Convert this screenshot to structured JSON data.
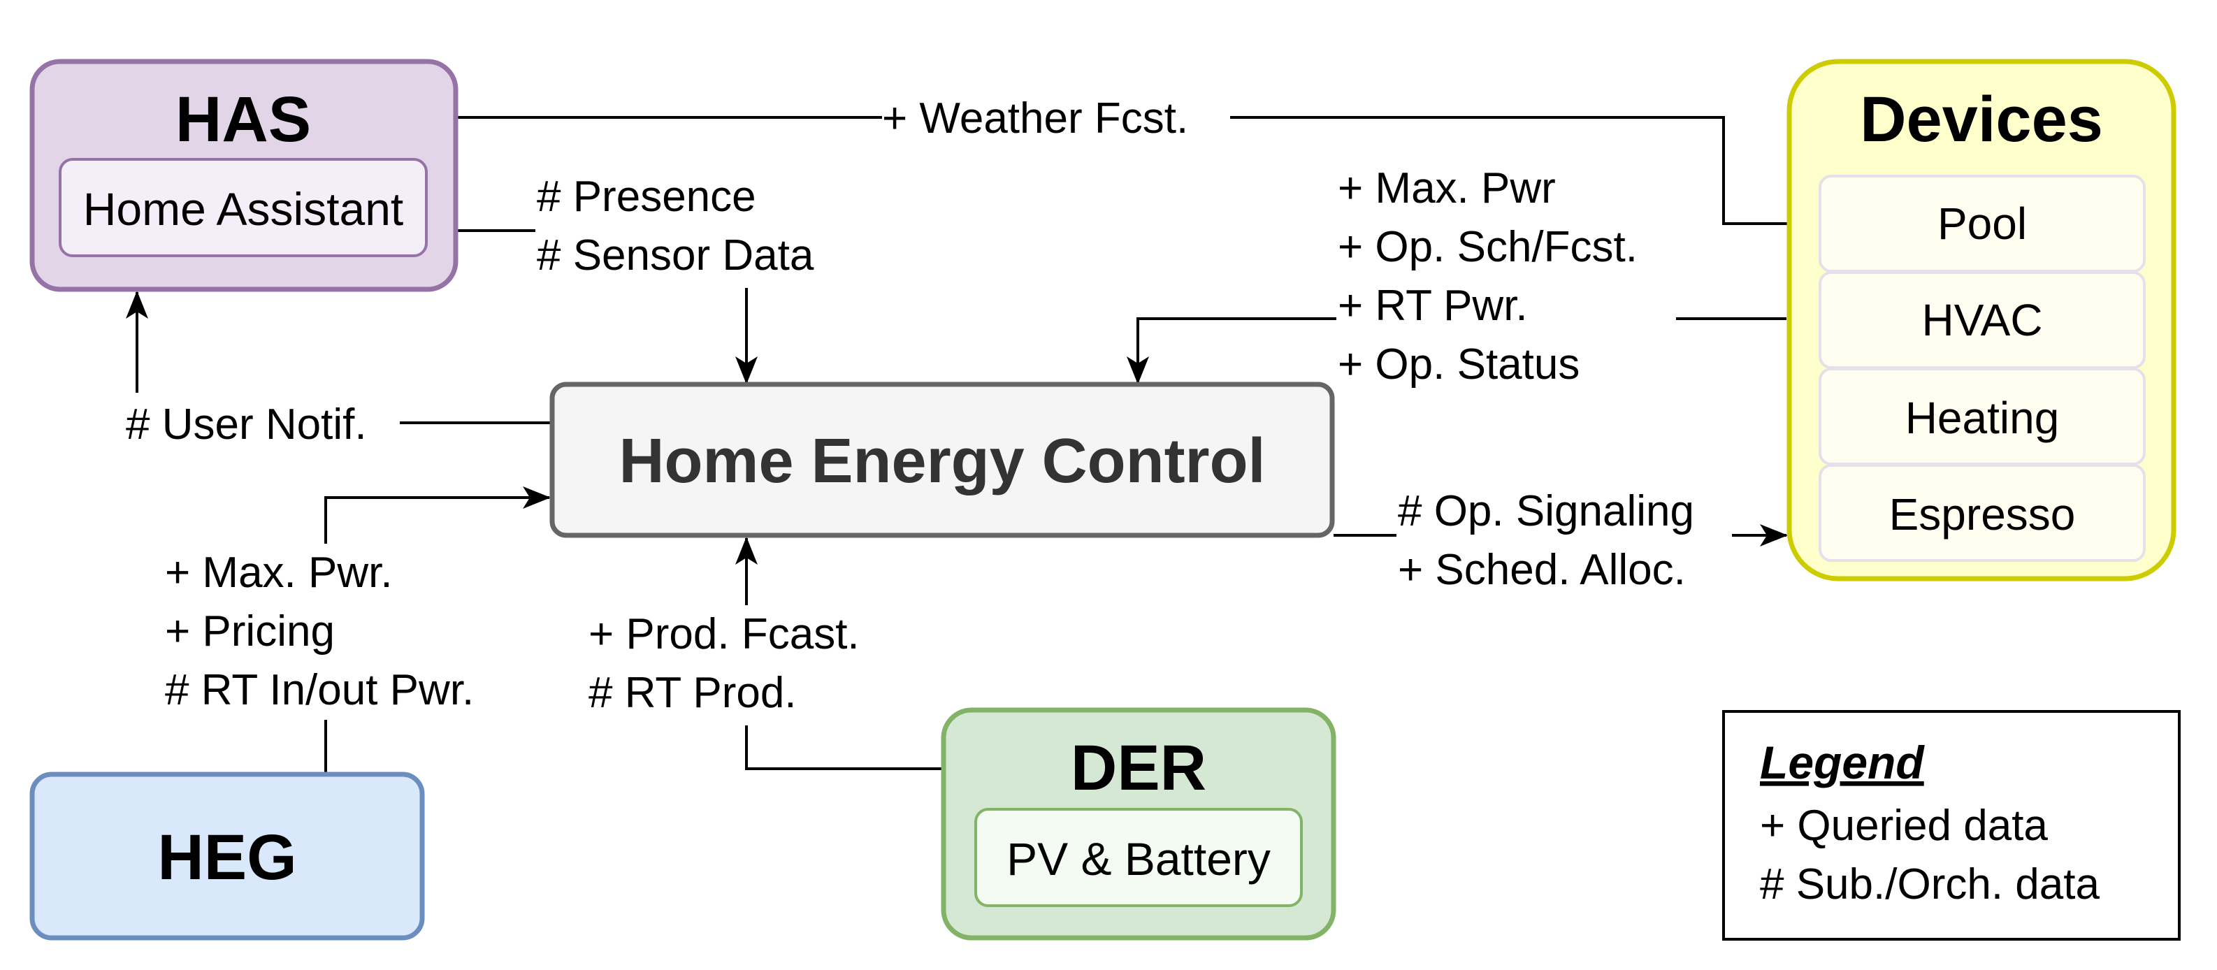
{
  "nodes": {
    "has": {
      "title": "HAS",
      "sub": "Home Assistant",
      "fill": "#e1d5e7",
      "stroke": "#9673a6"
    },
    "devices": {
      "title": "Devices",
      "items": [
        "Pool",
        "HVAC",
        "Heating",
        "Espresso"
      ],
      "fill": "#ffffcc",
      "stroke": "#cccc00"
    },
    "hec": {
      "title": "Home Energy Control",
      "fill": "#f5f5f5",
      "stroke": "#666666"
    },
    "heg": {
      "title": "HEG",
      "fill": "#dae8fc",
      "stroke": "#6c8ebf"
    },
    "der": {
      "title": "DER",
      "sub": "PV & Battery",
      "fill": "#d5e8d4",
      "stroke": "#82b366"
    }
  },
  "edges": {
    "weather": "+ Weather Fcst.",
    "presence": [
      "# Presence",
      "# Sensor Data"
    ],
    "device_data": [
      "+ Max. Pwr",
      "+ Op. Sch/Fcst.",
      "+ RT Pwr.",
      "+ Op. Status"
    ],
    "user_notif": "# User Notif.",
    "heg_data": [
      "+ Max. Pwr.",
      "+ Pricing",
      "# RT In/out Pwr."
    ],
    "der_data": [
      "+ Prod. Fcast.",
      "# RT Prod."
    ],
    "signaling": [
      "# Op. Signaling",
      "+ Sched. Alloc."
    ]
  },
  "legend": {
    "title": "Legend",
    "items": [
      "+ Queried data",
      "# Sub./Orch. data"
    ]
  }
}
